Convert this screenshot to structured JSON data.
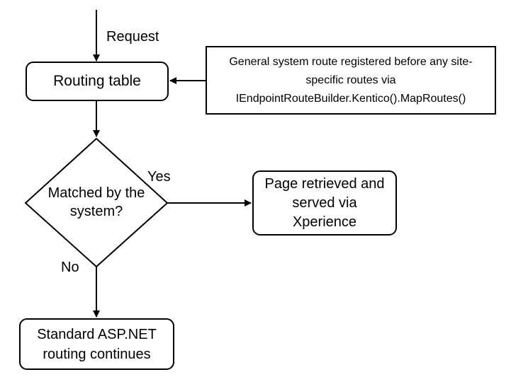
{
  "diagram": {
    "start_label": "Request",
    "routing_table": "Routing table",
    "note_lines": [
      "General system route registered before any site-",
      "specific routes via",
      "IEndpointRouteBuilder.Kentico().MapRoutes()"
    ],
    "decision_lines": [
      "Matched by the",
      "system?"
    ],
    "yes_label": "Yes",
    "no_label": "No",
    "page_retrieved_lines": [
      "Page retrieved and",
      "served via",
      "Xperience"
    ],
    "standard_lines": [
      "Standard ASP.NET",
      "routing continues"
    ]
  }
}
